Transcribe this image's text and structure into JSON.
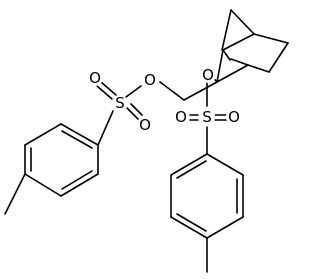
{
  "structure": {
    "atoms": {
      "o_ester_1": "O",
      "o_ester_2": "O",
      "s_1": "S",
      "s_2": "S",
      "o_s1_upper": "O",
      "o_s1_lower": "O",
      "o_s2_left": "O",
      "o_s2_right": "O"
    },
    "colors": {
      "bond": "#000000",
      "label": "#000000",
      "background": "#ffffff"
    }
  }
}
